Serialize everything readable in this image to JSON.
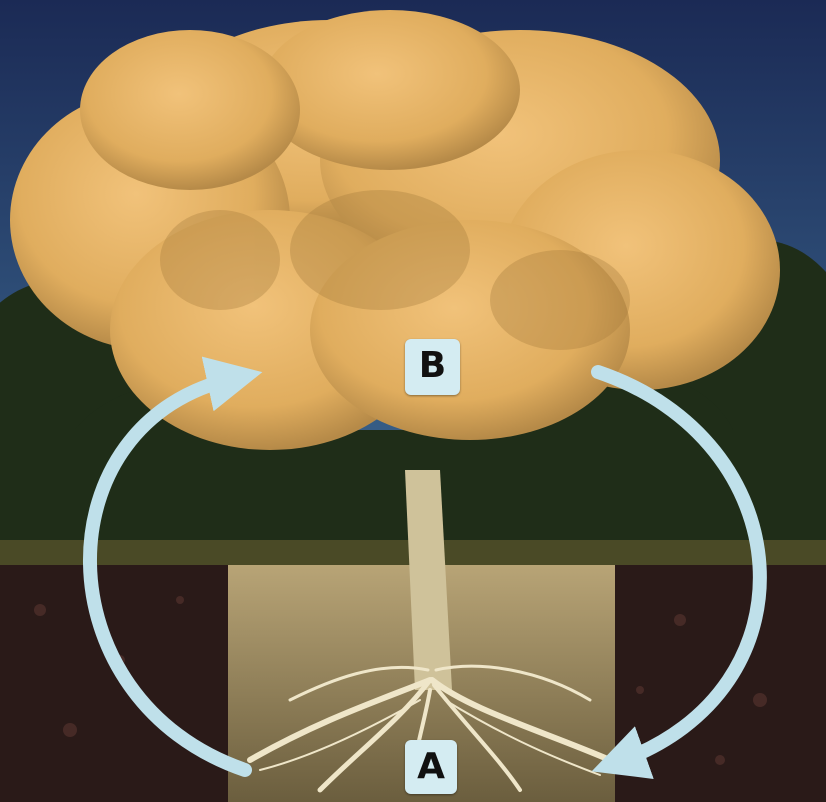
{
  "labels": {
    "top": "B",
    "bottom": "A"
  },
  "colors": {
    "sky": "#1b2a55",
    "foliage": "#e8b565",
    "dark_trees": "#1f2d18",
    "soil_dark": "#2a1a18",
    "soil_light": "#b5a072",
    "roots": "#efe6c9",
    "arrow": "#bfe0ea",
    "label_bg": "#d4ecf2"
  },
  "icons": {
    "left_arrow": "curved-arrow-up",
    "right_arrow": "curved-arrow-down"
  }
}
